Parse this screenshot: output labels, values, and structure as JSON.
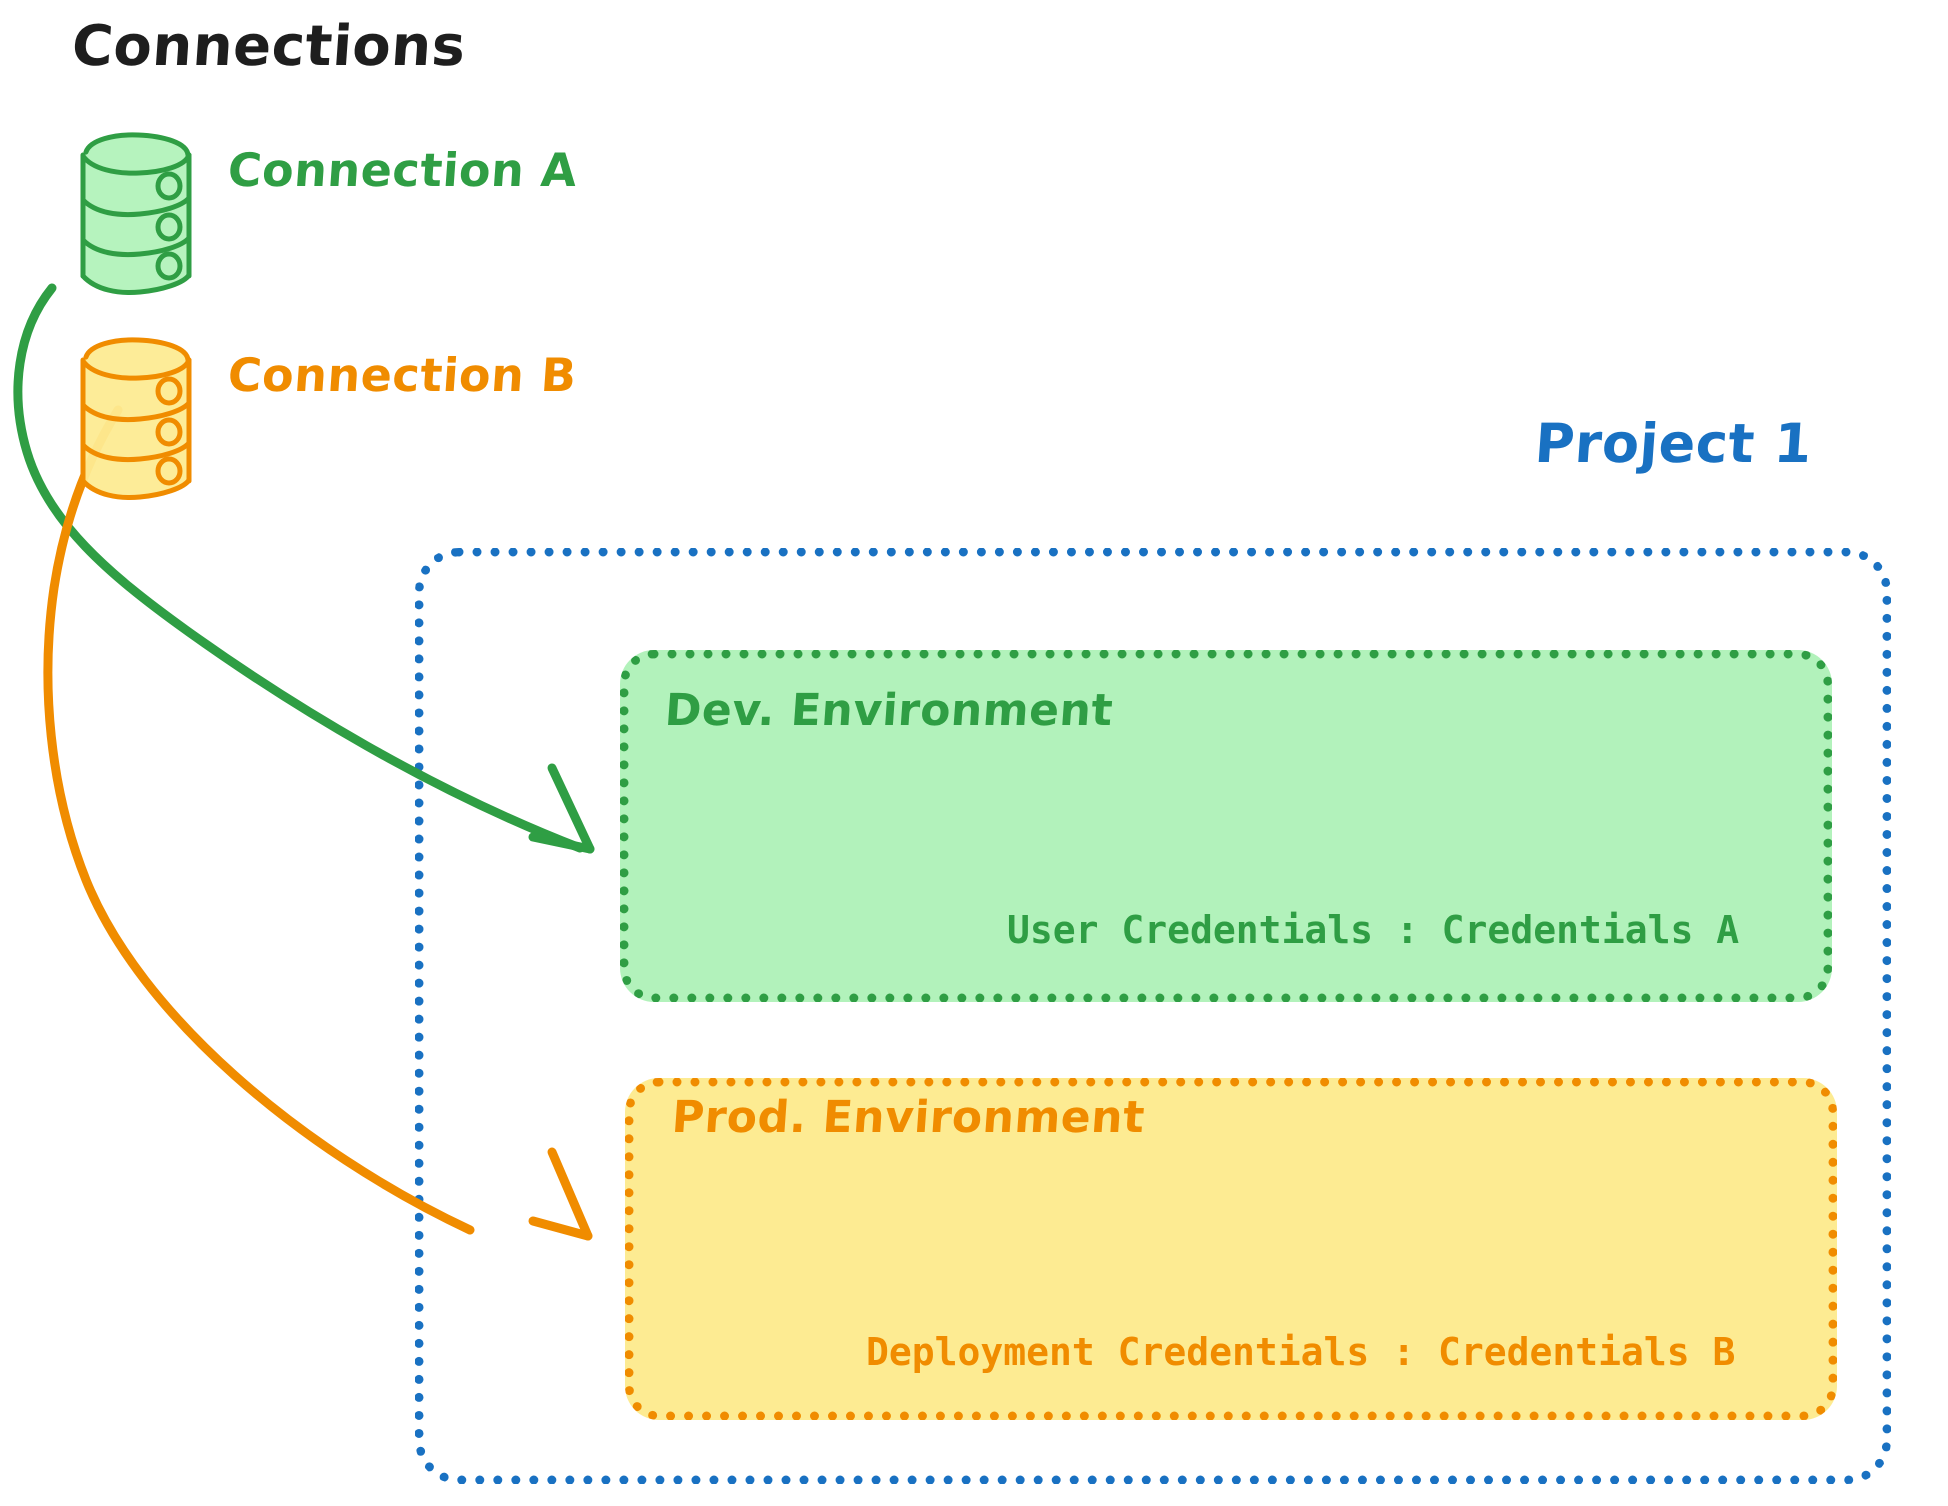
{
  "diagram": {
    "title": "Connections",
    "colors": {
      "green_stroke": "#2f9e44",
      "green_fill": "#b2f2bb",
      "orange_stroke": "#f08c00",
      "orange_fill": "#fdeb92",
      "blue_stroke": "#1971c2",
      "black_text": "#1e1e1e",
      "background": "#ffffff"
    },
    "connections": [
      {
        "id": "a",
        "label": "Connection A",
        "icon": "database-cylinder-icon",
        "color": "#2f9e44"
      },
      {
        "id": "b",
        "label": "Connection B",
        "icon": "database-cylinder-icon",
        "color": "#f08c00"
      }
    ],
    "project": {
      "label": "Project 1",
      "environments": [
        {
          "id": "dev",
          "title": "Dev. Environment",
          "credentials": "User Credentials : Credentials A",
          "color": "#2f9e44"
        },
        {
          "id": "prod",
          "title": "Prod. Environment",
          "credentials": "Deployment Credentials : Credentials B",
          "color": "#f08c00"
        }
      ]
    },
    "edges": [
      {
        "from": "Connection A",
        "to": "Dev. Environment",
        "color": "#2f9e44"
      },
      {
        "from": "Connection B",
        "to": "Prod. Environment",
        "color": "#f08c00"
      }
    ]
  }
}
